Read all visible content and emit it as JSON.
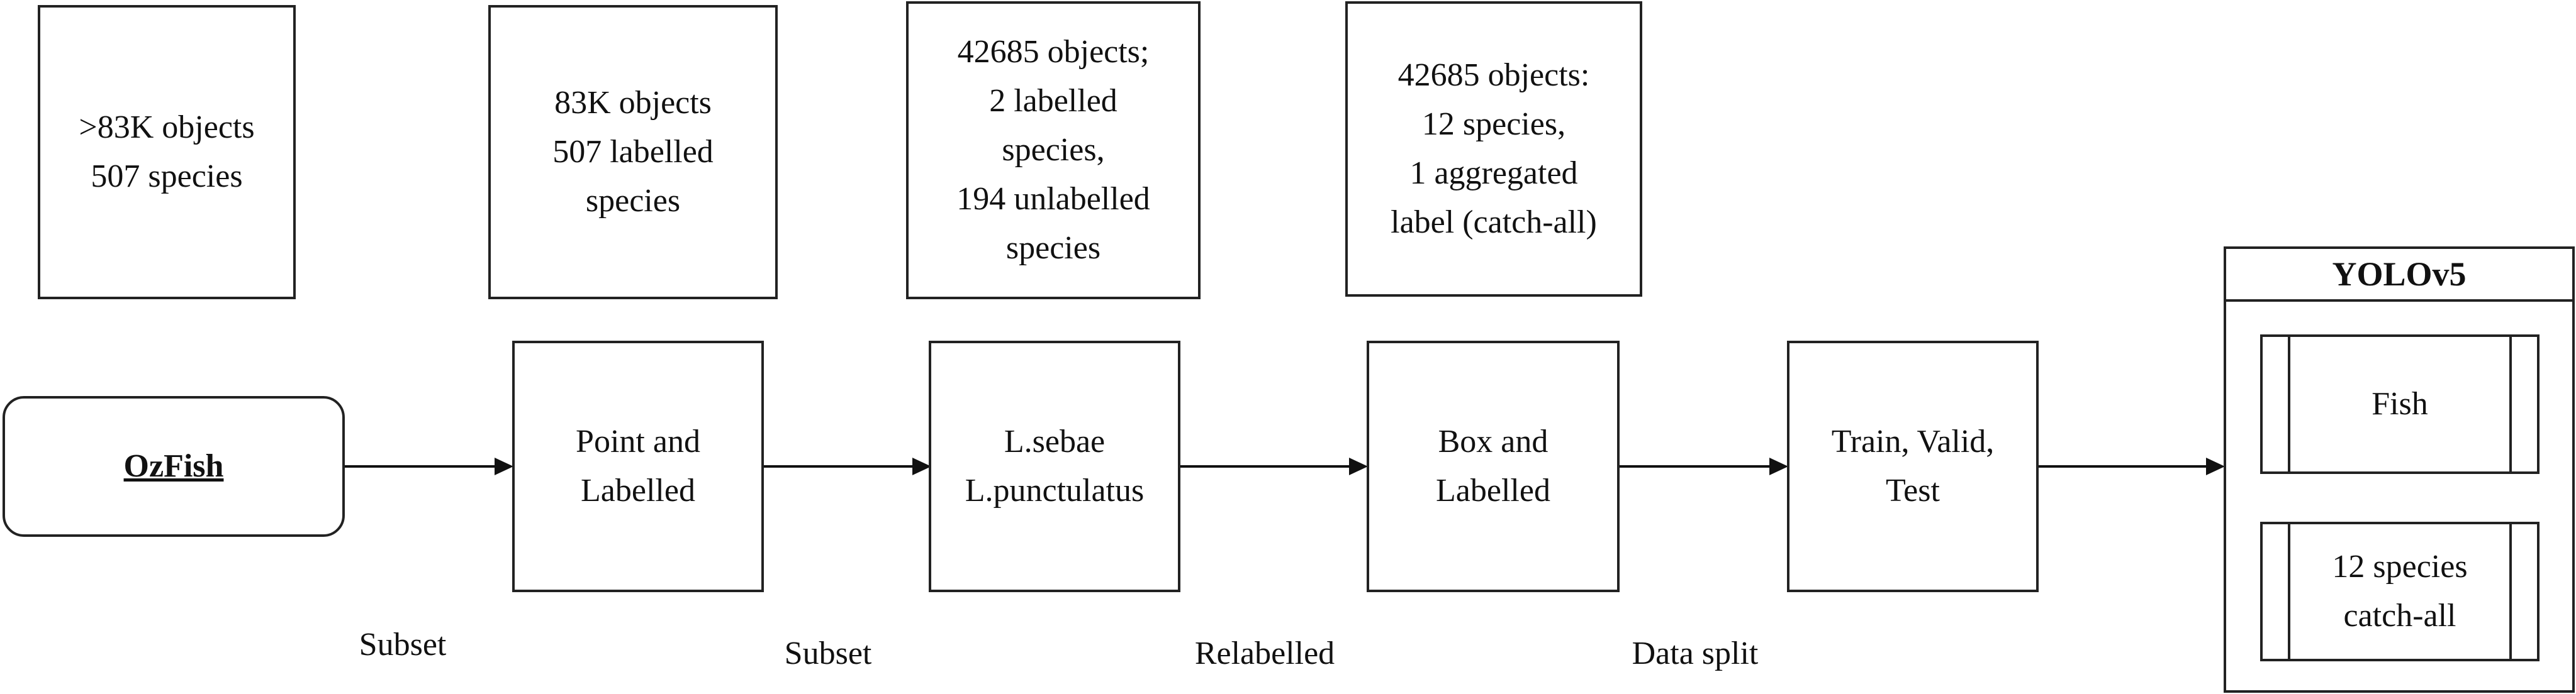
{
  "stats": [
    {
      "lines": [
        ">83K objects",
        "507 species"
      ]
    },
    {
      "lines": [
        "83K objects",
        "507 labelled",
        "species"
      ]
    },
    {
      "lines": [
        "42685 objects;",
        "2 labelled",
        "species,",
        "194 unlabelled",
        "species"
      ]
    },
    {
      "lines": [
        "42685 objects:",
        "12 species,",
        "1 aggregated",
        "label (catch-all)"
      ]
    }
  ],
  "nodes": [
    {
      "lines": [
        "OzFish"
      ]
    },
    {
      "lines": [
        "Point and",
        "Labelled"
      ]
    },
    {
      "lines": [
        "L.sebae",
        "L.punctulatus"
      ]
    },
    {
      "lines": [
        "Box and",
        "Labelled"
      ]
    },
    {
      "lines": [
        "Train, Valid,",
        "Test"
      ]
    }
  ],
  "edges": [
    "Subset",
    "Subset",
    "Relabelled",
    "Data split"
  ],
  "model": {
    "title": "YOLOv5",
    "items": [
      {
        "lines": [
          "Fish"
        ]
      },
      {
        "lines": [
          "12 species",
          "catch-all"
        ]
      }
    ]
  }
}
